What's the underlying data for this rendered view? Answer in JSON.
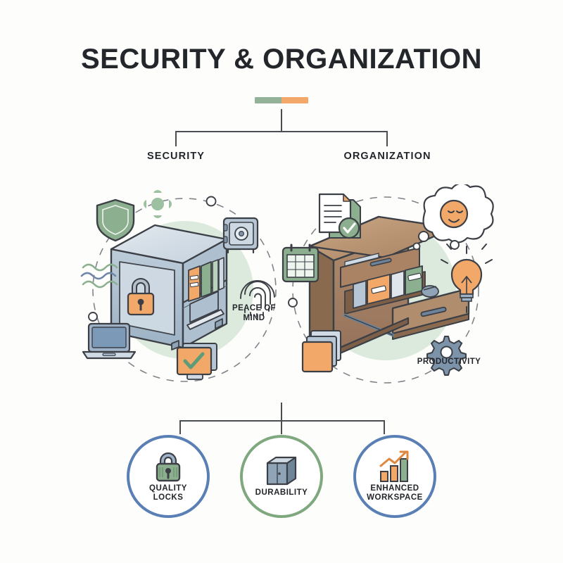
{
  "page": {
    "title": "SECURITY & ORGANIZATION",
    "background_color": "#fdfdfc"
  },
  "accent_bar": {
    "left_color": "#93b299",
    "right_color": "#f2a868"
  },
  "branches": [
    {
      "label": "SECURITY"
    },
    {
      "label": "ORGANIZATION"
    }
  ],
  "clusters": {
    "security": {
      "caption": "PEACE OF\nMIND",
      "main_icon": "locked-cabinet-icon",
      "halo_color": "#dceadd",
      "satellites": [
        {
          "name": "shield-icon",
          "label": ""
        },
        {
          "name": "burst-dots-icon",
          "label": ""
        },
        {
          "name": "safe-icon",
          "label": ""
        },
        {
          "name": "fingerprint-icon",
          "label": ""
        },
        {
          "name": "wavy-lines-icon",
          "label": ""
        },
        {
          "name": "laptop-icon",
          "label": ""
        },
        {
          "name": "checkmark-monitor-icon",
          "label": ""
        }
      ]
    },
    "organization": {
      "caption": "PRODUCTIVITY",
      "main_icon": "filing-cabinet-open-drawer-icon",
      "halo_color": "#dceadd",
      "satellites": [
        {
          "name": "document-check-icon",
          "label": ""
        },
        {
          "name": "thought-bubble-smiley-icon",
          "label": ""
        },
        {
          "name": "calendar-icon",
          "label": ""
        },
        {
          "name": "lightbulb-icon",
          "label": ""
        },
        {
          "name": "folder-stack-icon",
          "label": ""
        },
        {
          "name": "gear-icon",
          "label": ""
        }
      ]
    }
  },
  "badges": [
    {
      "label": "QUALITY\nLOCKS",
      "icon": "padlock-icon",
      "ring_color": "#5a7fb5"
    },
    {
      "label": "DURABILITY",
      "icon": "metal-cabinet-icon",
      "ring_color": "#7fa87f"
    },
    {
      "label": "ENHANCED\nWORKSPACE",
      "icon": "growth-chart-icon",
      "ring_color": "#5a7fb5"
    }
  ],
  "palette": {
    "ink": "#3c4046",
    "green": "#8cb08f",
    "green_light": "#b9d2bb",
    "orange": "#f2a868",
    "orange_deep": "#e0873f",
    "blue_grey": "#9fb3c8",
    "blue_grey_dark": "#7d93aa",
    "blue_ring": "#5a7fb5",
    "wood": "#a98363",
    "wood_dark": "#8a6a4f",
    "wood_light": "#c4a184"
  }
}
